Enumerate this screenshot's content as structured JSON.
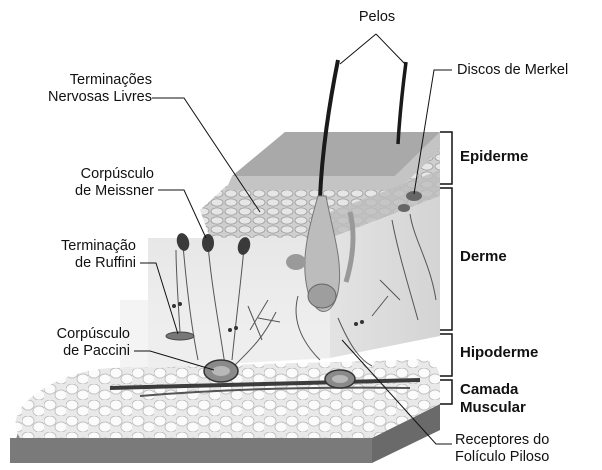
{
  "labels": {
    "pelos": "Pelos",
    "terminacoes_livres": [
      "Terminações",
      "Nervosas Livres"
    ],
    "discos_merkel": "Discos de Merkel",
    "meissner": [
      "Corpúsculo",
      "de Meissner"
    ],
    "ruffini": [
      "Terminação",
      "de Ruffini"
    ],
    "paccini": [
      "Corpúsculo",
      "de Paccini"
    ],
    "foliculo": [
      "Receptores do",
      "Folículo Piloso"
    ]
  },
  "layers": {
    "epiderme": "Epiderme",
    "derme": "Derme",
    "hipoderme": "Hipoderme",
    "camada_muscular": [
      "Camada",
      "Muscular"
    ]
  }
}
